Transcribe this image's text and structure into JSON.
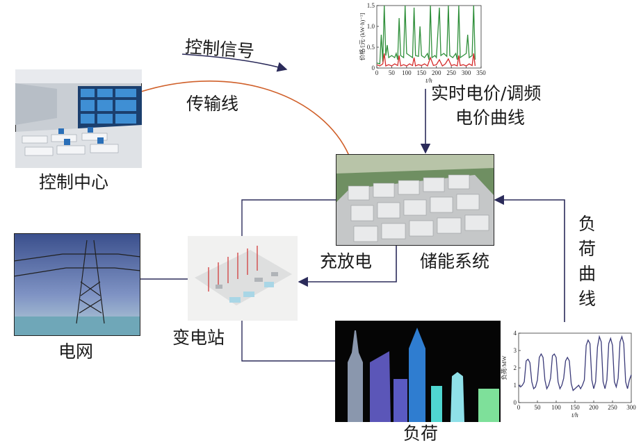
{
  "labels": {
    "control_signal": "控制信号",
    "transmission_line": "传输线",
    "control_center": "控制中心",
    "price_curve_line1": "实时电价/调频",
    "price_curve_line2": "电价曲线",
    "grid": "电网",
    "substation": "变电站",
    "charge_discharge": "充放电",
    "storage_system": "储能系统",
    "load_curve_chars": [
      "负",
      "荷",
      "曲",
      "线"
    ],
    "load": "负荷"
  },
  "colors": {
    "arrow": "#2b2b5a",
    "transmission": "#d0602a",
    "price_series_1": "#2f8f3a",
    "price_series_2": "#d42a2a",
    "load_series": "#3a3a78"
  },
  "chart_data": [
    {
      "type": "line",
      "ylabel": "价格/[元·(kW·h)⁻¹]",
      "xlabel": "t/h",
      "xlim": [
        0,
        350
      ],
      "ylim": [
        0,
        1.5
      ],
      "xticks": [
        "0",
        "50",
        "100",
        "150",
        "200",
        "250",
        "300",
        "350"
      ],
      "yticks": [
        "0",
        "0.5",
        "1.0",
        "1.5"
      ],
      "series": [
        {
          "values": [
            [
              0,
              0.12
            ],
            [
              10,
              0.1
            ],
            [
              15,
              0.8
            ],
            [
              20,
              0.15
            ],
            [
              25,
              1.5
            ],
            [
              30,
              0.3
            ],
            [
              35,
              0.55
            ],
            [
              40,
              0.25
            ],
            [
              50,
              0.3
            ],
            [
              60,
              0.25
            ],
            [
              65,
              0.35
            ],
            [
              70,
              0.2
            ],
            [
              75,
              1.2
            ],
            [
              80,
              0.3
            ],
            [
              90,
              0.25
            ],
            [
              95,
              1.5
            ],
            [
              100,
              0.35
            ],
            [
              110,
              0.3
            ],
            [
              120,
              0.25
            ],
            [
              125,
              1.45
            ],
            [
              130,
              0.3
            ],
            [
              140,
              0.28
            ],
            [
              145,
              1.0
            ],
            [
              150,
              0.3
            ],
            [
              160,
              0.25
            ],
            [
              170,
              0.35
            ],
            [
              175,
              0.2
            ],
            [
              180,
              1.5
            ],
            [
              185,
              0.25
            ],
            [
              195,
              0.3
            ],
            [
              200,
              0.25
            ],
            [
              210,
              1.45
            ],
            [
              215,
              0.3
            ],
            [
              225,
              0.35
            ],
            [
              235,
              0.28
            ],
            [
              240,
              1.5
            ],
            [
              245,
              0.3
            ],
            [
              255,
              0.25
            ],
            [
              265,
              0.35
            ],
            [
              270,
              0.2
            ],
            [
              275,
              1.5
            ],
            [
              280,
              0.25
            ],
            [
              290,
              0.3
            ],
            [
              300,
              0.35
            ],
            [
              305,
              0.8
            ],
            [
              310,
              0.25
            ],
            [
              320,
              0.3
            ],
            [
              325,
              1.5
            ],
            [
              330,
              0.2
            ]
          ]
        },
        {
          "values": [
            [
              0,
              0.08
            ],
            [
              10,
              0.05
            ],
            [
              20,
              0.1
            ],
            [
              25,
              0.35
            ],
            [
              30,
              0.05
            ],
            [
              40,
              0.08
            ],
            [
              50,
              0.05
            ],
            [
              60,
              0.1
            ],
            [
              70,
              0.06
            ],
            [
              75,
              0.3
            ],
            [
              80,
              0.05
            ],
            [
              90,
              0.08
            ],
            [
              100,
              0.05
            ],
            [
              110,
              0.1
            ],
            [
              120,
              0.06
            ],
            [
              125,
              0.25
            ],
            [
              130,
              0.05
            ],
            [
              140,
              0.08
            ],
            [
              150,
              0.06
            ],
            [
              160,
              0.1
            ],
            [
              170,
              0.05
            ],
            [
              180,
              0.25
            ],
            [
              190,
              0.06
            ],
            [
              200,
              0.08
            ],
            [
              210,
              0.2
            ],
            [
              220,
              0.05
            ],
            [
              230,
              0.1
            ],
            [
              240,
              0.22
            ],
            [
              250,
              0.06
            ],
            [
              260,
              0.08
            ],
            [
              270,
              0.05
            ],
            [
              275,
              0.3
            ],
            [
              280,
              0.06
            ],
            [
              290,
              0.08
            ],
            [
              300,
              0.05
            ],
            [
              310,
              0.1
            ],
            [
              320,
              0.06
            ],
            [
              325,
              0.35
            ],
            [
              330,
              0.05
            ]
          ]
        }
      ]
    },
    {
      "type": "line",
      "ylabel": "负荷/MW",
      "xlabel": "t/h",
      "xlim": [
        0,
        300
      ],
      "ylim": [
        0,
        4
      ],
      "xticks": [
        "0",
        "50",
        "100",
        "150",
        "200",
        "250",
        "300"
      ],
      "yticks": [
        "0",
        "1",
        "2",
        "3",
        "4"
      ],
      "series": [
        {
          "values": [
            [
              0,
              1.0
            ],
            [
              5,
              0.9
            ],
            [
              10,
              1.0
            ],
            [
              15,
              1.2
            ],
            [
              20,
              2.4
            ],
            [
              25,
              2.5
            ],
            [
              30,
              2.3
            ],
            [
              35,
              1.2
            ],
            [
              40,
              0.8
            ],
            [
              45,
              0.9
            ],
            [
              50,
              1.3
            ],
            [
              55,
              2.6
            ],
            [
              60,
              2.8
            ],
            [
              65,
              2.6
            ],
            [
              70,
              1.3
            ],
            [
              75,
              0.8
            ],
            [
              80,
              1.0
            ],
            [
              85,
              1.4
            ],
            [
              90,
              2.7
            ],
            [
              95,
              2.8
            ],
            [
              100,
              2.6
            ],
            [
              105,
              1.2
            ],
            [
              110,
              0.8
            ],
            [
              115,
              1.0
            ],
            [
              120,
              1.4
            ],
            [
              125,
              2.4
            ],
            [
              130,
              2.6
            ],
            [
              135,
              2.4
            ],
            [
              140,
              1.1
            ],
            [
              145,
              0.7
            ],
            [
              150,
              0.8
            ],
            [
              155,
              0.9
            ],
            [
              160,
              1.0
            ],
            [
              165,
              0.8
            ],
            [
              170,
              1.0
            ],
            [
              175,
              1.3
            ],
            [
              180,
              3.3
            ],
            [
              185,
              3.6
            ],
            [
              190,
              3.4
            ],
            [
              195,
              1.3
            ],
            [
              200,
              0.8
            ],
            [
              205,
              1.2
            ],
            [
              210,
              3.2
            ],
            [
              215,
              3.8
            ],
            [
              220,
              3.5
            ],
            [
              225,
              1.2
            ],
            [
              230,
              0.8
            ],
            [
              235,
              1.3
            ],
            [
              240,
              3.4
            ],
            [
              245,
              3.7
            ],
            [
              250,
              3.3
            ],
            [
              255,
              1.2
            ],
            [
              260,
              0.9
            ],
            [
              265,
              1.4
            ],
            [
              270,
              3.5
            ],
            [
              275,
              3.8
            ],
            [
              280,
              3.4
            ],
            [
              285,
              1.2
            ],
            [
              290,
              0.8
            ],
            [
              295,
              1.3
            ],
            [
              300,
              1.6
            ]
          ]
        }
      ]
    }
  ]
}
